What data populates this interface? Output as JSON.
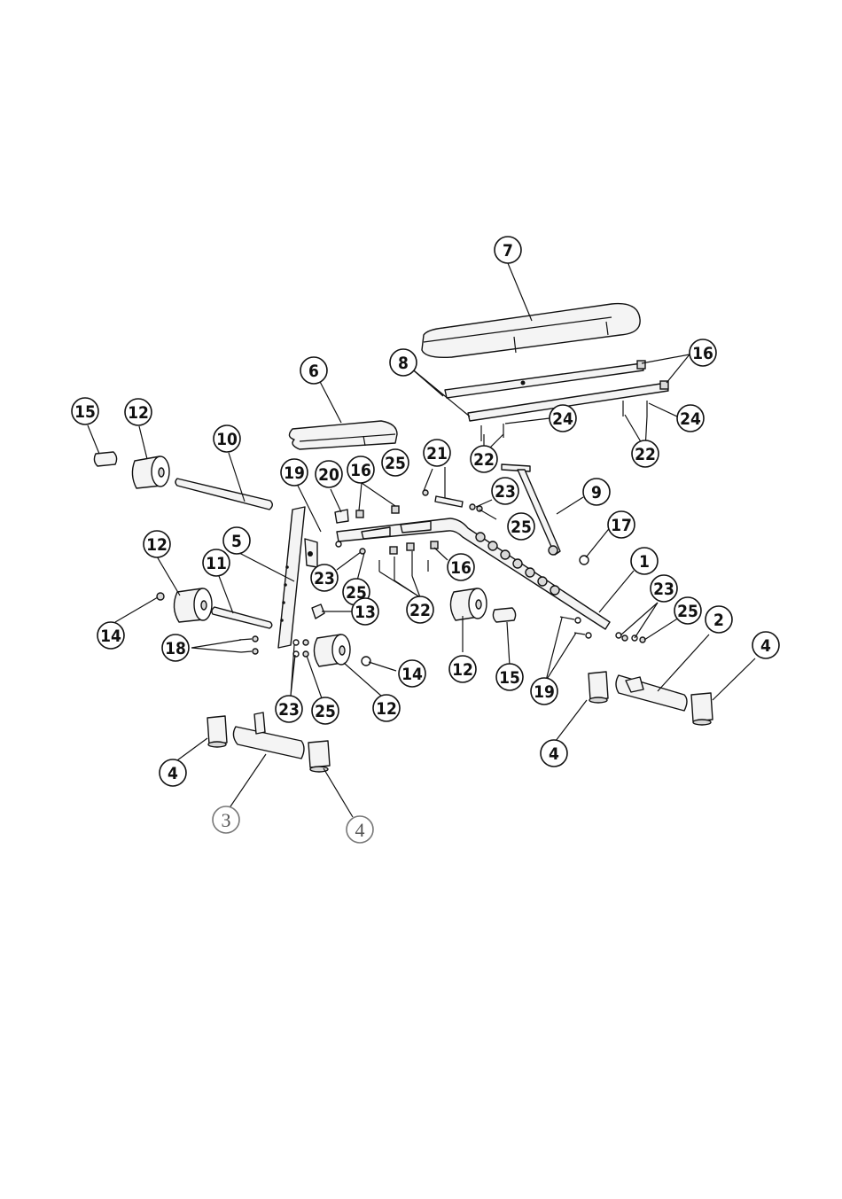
{
  "diagram": {
    "type": "exploded-parts-diagram",
    "callouts": [
      {
        "id": "c7",
        "label": "7"
      },
      {
        "id": "c8",
        "label": "8"
      },
      {
        "id": "c16a",
        "label": "16"
      },
      {
        "id": "c24a",
        "label": "24"
      },
      {
        "id": "c24b",
        "label": "24"
      },
      {
        "id": "c22a",
        "label": "22"
      },
      {
        "id": "c22b",
        "label": "22"
      },
      {
        "id": "c6",
        "label": "6"
      },
      {
        "id": "c15a",
        "label": "15"
      },
      {
        "id": "c12a",
        "label": "12"
      },
      {
        "id": "c10",
        "label": "10"
      },
      {
        "id": "c19a",
        "label": "19"
      },
      {
        "id": "c20",
        "label": "20"
      },
      {
        "id": "c16b",
        "label": "16"
      },
      {
        "id": "c25a",
        "label": "25"
      },
      {
        "id": "c21",
        "label": "21"
      },
      {
        "id": "c23a",
        "label": "23"
      },
      {
        "id": "c25b",
        "label": "25"
      },
      {
        "id": "c9",
        "label": "9"
      },
      {
        "id": "c17",
        "label": "17"
      },
      {
        "id": "c12b",
        "label": "12"
      },
      {
        "id": "c5",
        "label": "5"
      },
      {
        "id": "c11",
        "label": "11"
      },
      {
        "id": "c23b",
        "label": "23"
      },
      {
        "id": "c25c",
        "label": "25"
      },
      {
        "id": "c16c",
        "label": "16"
      },
      {
        "id": "c1",
        "label": "1"
      },
      {
        "id": "c13",
        "label": "13"
      },
      {
        "id": "c22c",
        "label": "22"
      },
      {
        "id": "c23c",
        "label": "23"
      },
      {
        "id": "c25d",
        "label": "25"
      },
      {
        "id": "c2",
        "label": "2"
      },
      {
        "id": "c4a",
        "label": "4"
      },
      {
        "id": "c14a",
        "label": "14"
      },
      {
        "id": "c18",
        "label": "18"
      },
      {
        "id": "c12c",
        "label": "12"
      },
      {
        "id": "c14b",
        "label": "14"
      },
      {
        "id": "c12d",
        "label": "12"
      },
      {
        "id": "c15b",
        "label": "15"
      },
      {
        "id": "c19b",
        "label": "19"
      },
      {
        "id": "c23d",
        "label": "23"
      },
      {
        "id": "c25e",
        "label": "25"
      },
      {
        "id": "c12e",
        "label": "12"
      },
      {
        "id": "c4b",
        "label": "4"
      },
      {
        "id": "c4c",
        "label": "4"
      },
      {
        "id": "c3",
        "label": "3"
      },
      {
        "id": "c4d",
        "label": "4"
      }
    ]
  }
}
